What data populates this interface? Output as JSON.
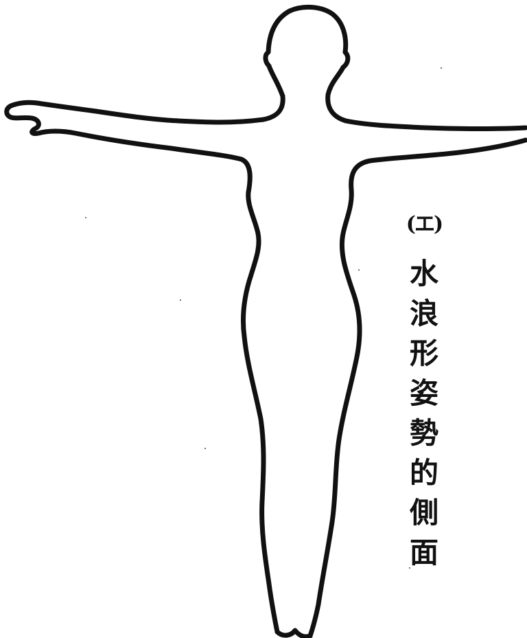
{
  "figure": {
    "subject": "human-silhouette-arms-outstretched",
    "line_color": "#111111"
  },
  "caption": {
    "number": "(エ)",
    "chars": [
      "水",
      "浪",
      "形",
      "姿",
      "勢",
      "的",
      "側",
      "面"
    ]
  }
}
